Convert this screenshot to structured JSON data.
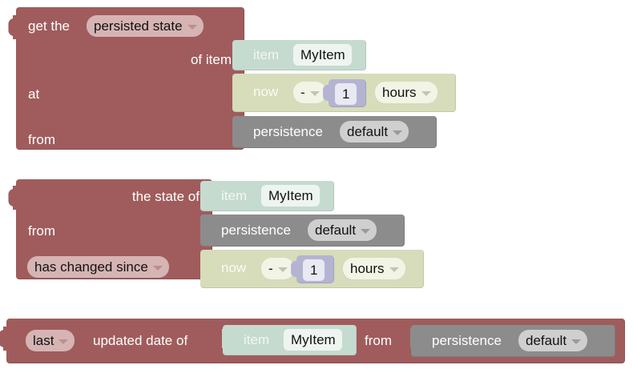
{
  "editor": {
    "name": "blockly-workspace",
    "background": "#ffffff",
    "colors": {
      "persistence_red": "#a05c5c",
      "item_mint": "#c6dbd0",
      "datetime_olive": "#d7dcba",
      "persistence_grey": "#8c8c8c",
      "number_lavender": "#b4b4d2"
    }
  },
  "blocks": [
    {
      "id": "get-persisted-state",
      "color_name": "persistence-red",
      "rows": [
        {
          "prefix": "get the",
          "dropdown": "persisted state",
          "dropdown_icon": "chevron-down-icon"
        },
        {
          "label": "of item",
          "child": {
            "id": "item-block",
            "color_name": "item-mint",
            "label": "item",
            "value": "MyItem"
          }
        },
        {
          "label": "at",
          "child": {
            "id": "datetime-block",
            "color_name": "datetime-olive",
            "label": "now",
            "operator": "-",
            "operator_icon": "chevron-down-icon",
            "number": "1",
            "unit": "hours",
            "unit_icon": "chevron-down-icon"
          }
        },
        {
          "label": "from",
          "child": {
            "id": "persistence-block",
            "color_name": "persistence-grey",
            "label": "persistence",
            "value": "default",
            "value_icon": "chevron-down-icon"
          }
        }
      ]
    },
    {
      "id": "state-has-changed-since",
      "color_name": "persistence-red",
      "rows": [
        {
          "label": "the state of",
          "child": {
            "id": "item-block",
            "color_name": "item-mint",
            "label": "item",
            "value": "MyItem"
          }
        },
        {
          "label": "from",
          "child": {
            "id": "persistence-block",
            "color_name": "persistence-grey",
            "label": "persistence",
            "value": "default",
            "value_icon": "chevron-down-icon"
          }
        },
        {
          "dropdown": "has changed since",
          "dropdown_icon": "chevron-down-icon",
          "child": {
            "id": "datetime-block",
            "color_name": "datetime-olive",
            "label": "now",
            "operator": "-",
            "operator_icon": "chevron-down-icon",
            "number": "1",
            "unit": "hours",
            "unit_icon": "chevron-down-icon"
          }
        }
      ]
    },
    {
      "id": "last-updated-date-of",
      "color_name": "persistence-red",
      "rows": [
        {
          "dropdown": "last",
          "dropdown_icon": "chevron-down-icon",
          "label": "updated date of",
          "label2": "from",
          "child": {
            "id": "item-block",
            "color_name": "item-mint",
            "label": "item",
            "value": "MyItem"
          },
          "child2": {
            "id": "persistence-block",
            "color_name": "persistence-grey",
            "label": "persistence",
            "value": "default",
            "value_icon": "chevron-down-icon"
          }
        }
      ]
    }
  ]
}
